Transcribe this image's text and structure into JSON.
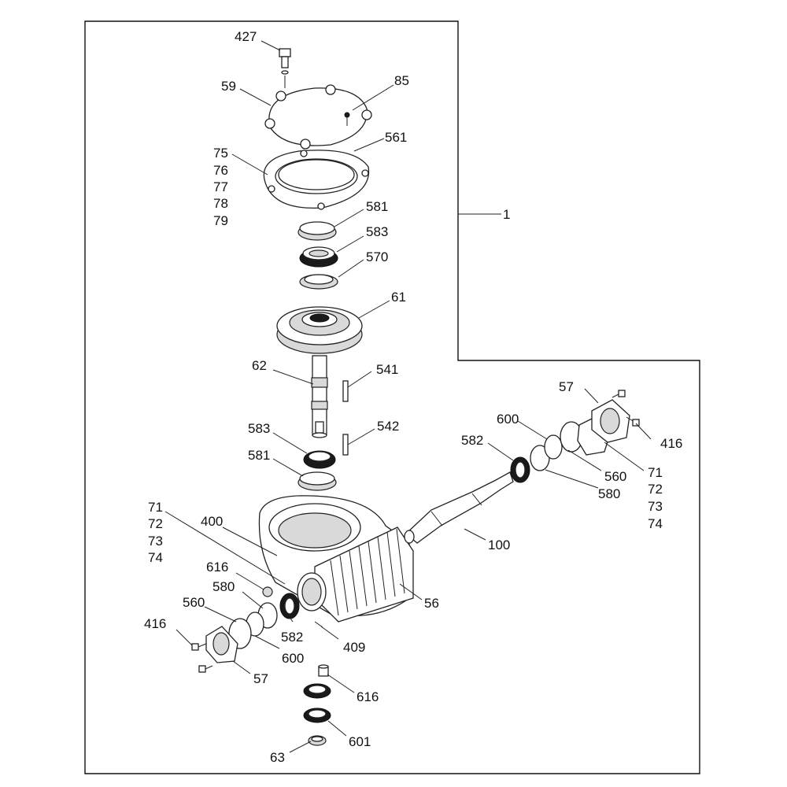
{
  "diagram": {
    "callouts": [
      {
        "id": "c427",
        "text": "427"
      },
      {
        "id": "c59",
        "text": "59"
      },
      {
        "id": "c85",
        "text": "85"
      },
      {
        "id": "c75",
        "text": "75"
      },
      {
        "id": "c76",
        "text": "76"
      },
      {
        "id": "c77",
        "text": "77"
      },
      {
        "id": "c78",
        "text": "78"
      },
      {
        "id": "c79",
        "text": "79"
      },
      {
        "id": "c561",
        "text": "561"
      },
      {
        "id": "c1",
        "text": "1"
      },
      {
        "id": "c581a",
        "text": "581"
      },
      {
        "id": "c583a",
        "text": "583"
      },
      {
        "id": "c570",
        "text": "570"
      },
      {
        "id": "c61",
        "text": "61"
      },
      {
        "id": "c62",
        "text": "62"
      },
      {
        "id": "c541",
        "text": "541"
      },
      {
        "id": "c583b",
        "text": "583"
      },
      {
        "id": "c542",
        "text": "542"
      },
      {
        "id": "c581b",
        "text": "581"
      },
      {
        "id": "c57a",
        "text": "57"
      },
      {
        "id": "c416a",
        "text": "416"
      },
      {
        "id": "c600a",
        "text": "600"
      },
      {
        "id": "c582a",
        "text": "582"
      },
      {
        "id": "c560a",
        "text": "560"
      },
      {
        "id": "c71a",
        "text": "71"
      },
      {
        "id": "c72a",
        "text": "72"
      },
      {
        "id": "c73a",
        "text": "73"
      },
      {
        "id": "c74a",
        "text": "74"
      },
      {
        "id": "c580a",
        "text": "580"
      },
      {
        "id": "c100",
        "text": "100"
      },
      {
        "id": "c71b",
        "text": "71"
      },
      {
        "id": "c72b",
        "text": "72"
      },
      {
        "id": "c73b",
        "text": "73"
      },
      {
        "id": "c74b",
        "text": "74"
      },
      {
        "id": "c400",
        "text": "400"
      },
      {
        "id": "c616a",
        "text": "616"
      },
      {
        "id": "c580b",
        "text": "580"
      },
      {
        "id": "c560b",
        "text": "560"
      },
      {
        "id": "c416b",
        "text": "416"
      },
      {
        "id": "c56",
        "text": "56"
      },
      {
        "id": "c582b",
        "text": "582"
      },
      {
        "id": "c409",
        "text": "409"
      },
      {
        "id": "c600b",
        "text": "600"
      },
      {
        "id": "c57b",
        "text": "57"
      },
      {
        "id": "c616b",
        "text": "616"
      },
      {
        "id": "c601",
        "text": "601"
      },
      {
        "id": "c63",
        "text": "63"
      }
    ]
  }
}
